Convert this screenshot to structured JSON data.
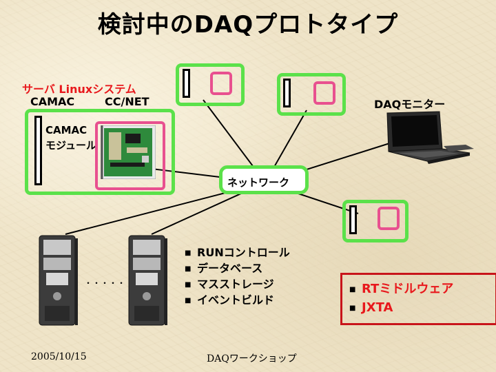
{
  "title": "検討中のDAQプロトタイプ",
  "server": {
    "heading": "サーバ Linuxシステム",
    "camac_label": "CAMAC",
    "ccnet_label": "CC/NET",
    "module_label_line1": "CAMAC",
    "module_label_line2": "モジュール"
  },
  "monitor_label": "DAQモニター",
  "network_label": "ネットワーク",
  "ellipsis": "・・・・・",
  "functions": [
    "RUNコントロール",
    "データベース",
    "マスストレージ",
    "イベントビルド"
  ],
  "middleware": [
    "RTミドルウェア",
    "JXTA"
  ],
  "footer": {
    "date": "2005/10/15",
    "event": "DAQワークショップ"
  },
  "colors": {
    "node_border": "#5be14a",
    "accent_pink": "#e8508f",
    "heading_red": "#e8181c",
    "middleware_box": "#c8141a"
  }
}
